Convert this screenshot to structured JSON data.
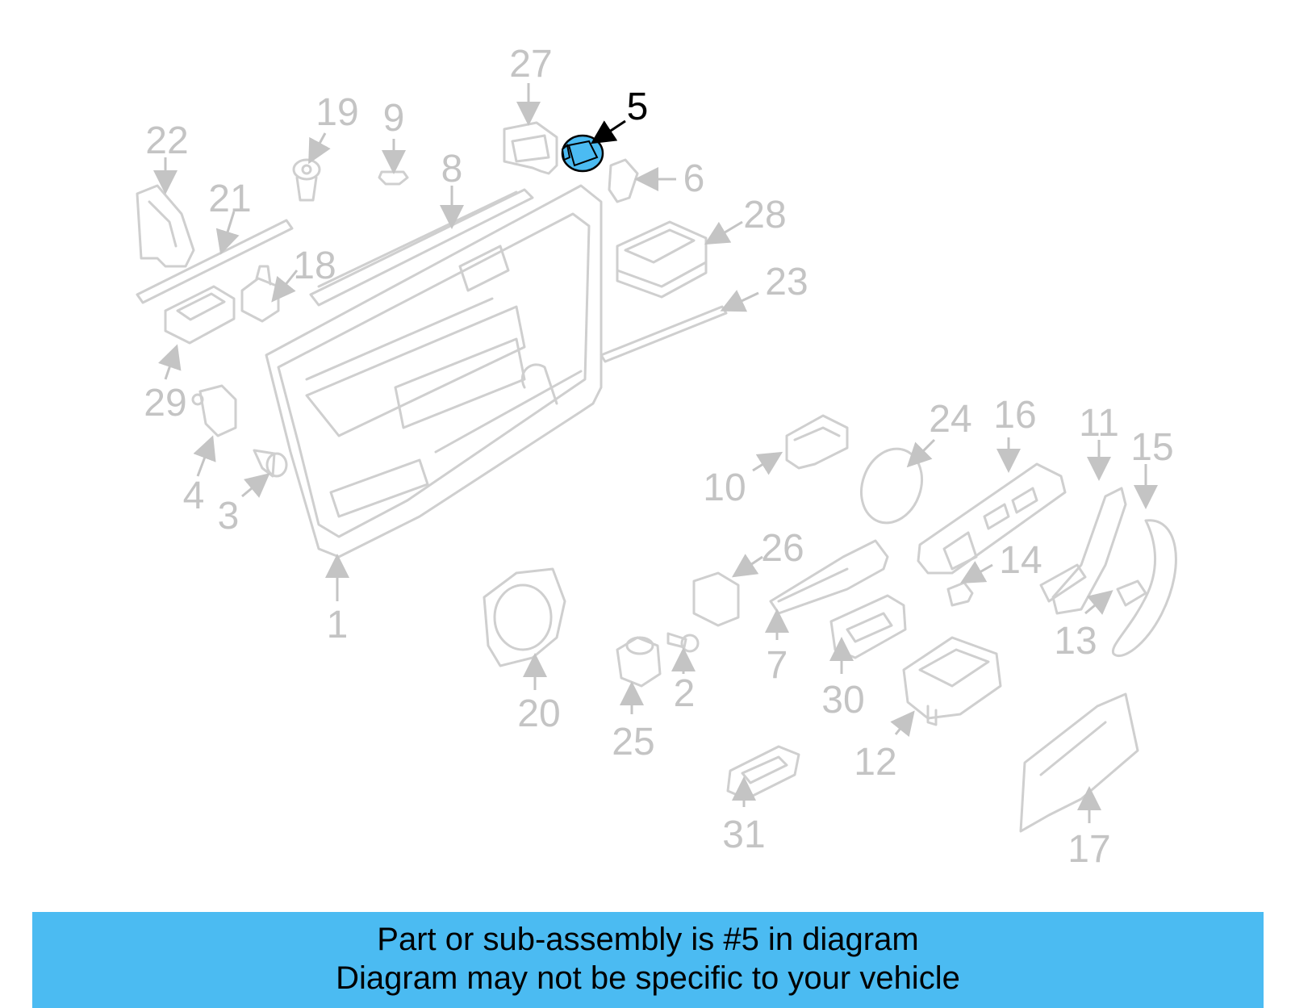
{
  "colors": {
    "highlight_part": "#4bbbf2",
    "banner_background": "#4bbbf2",
    "label_grey": "#c4c4c4",
    "part_outline": "#cfcfcf"
  },
  "highlighted_part": "5",
  "labels": {
    "l1": "1",
    "l2": "2",
    "l3": "3",
    "l4": "4",
    "l5": "5",
    "l6": "6",
    "l7": "7",
    "l8": "8",
    "l9": "9",
    "l10": "10",
    "l11": "11",
    "l12": "12",
    "l13": "13",
    "l14": "14",
    "l15": "15",
    "l16": "16",
    "l17": "17",
    "l18": "18",
    "l19": "19",
    "l20": "20",
    "l21": "21",
    "l22": "22",
    "l23": "23",
    "l24": "24",
    "l25": "25",
    "l26": "26",
    "l27": "27",
    "l28": "28",
    "l29": "29",
    "l30": "30",
    "l31": "31"
  },
  "caption": {
    "line1": "Part or sub-assembly is #5 in diagram",
    "line2": "Diagram may not be specific to your vehicle"
  }
}
